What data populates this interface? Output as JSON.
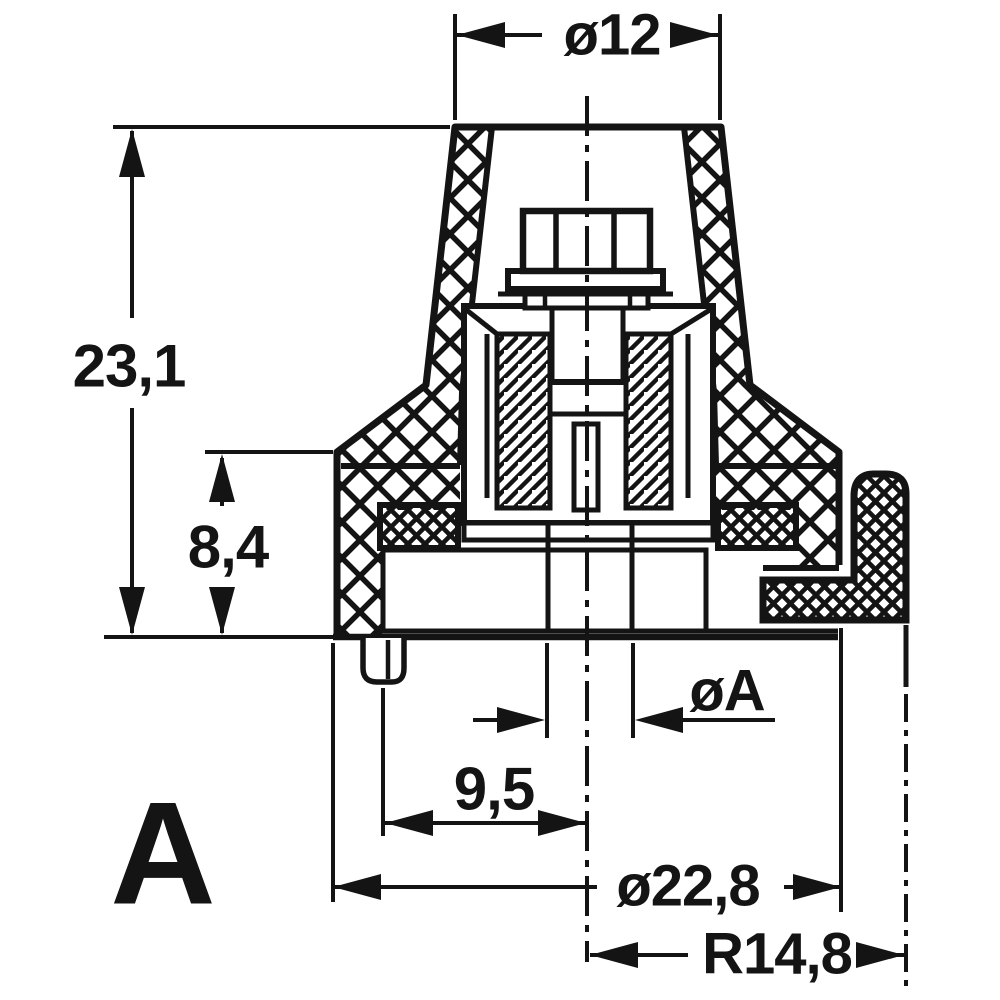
{
  "drawing": {
    "type": "technical-cross-section-drawing",
    "view_label": "A",
    "dimensions": {
      "top_diameter": "ø12",
      "total_height": "23,1",
      "lower_height": "8,4",
      "hole_diameter": "øA",
      "pin_to_axis": "9,5",
      "body_diameter": "ø22,8",
      "corner_radius": "R14,8"
    },
    "colors": {
      "ink": "#141414",
      "paper": "#ffffff"
    }
  }
}
